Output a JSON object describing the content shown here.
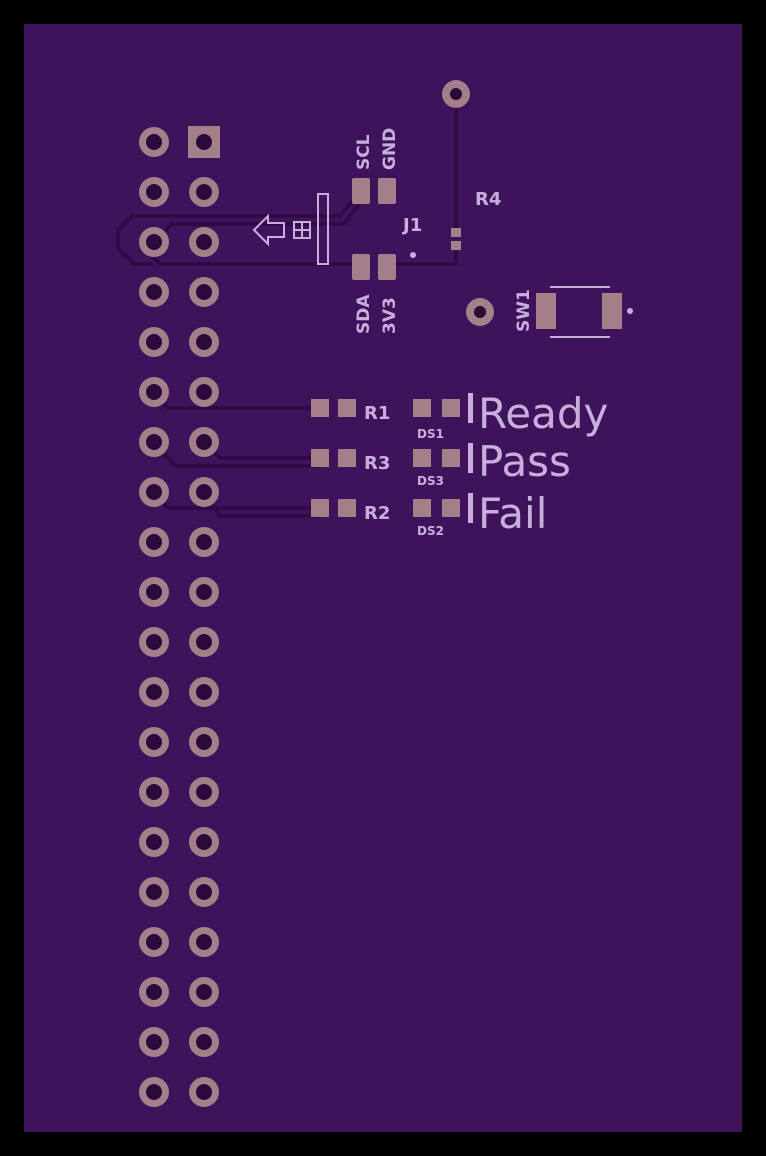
{
  "colors": {
    "background": "#000000",
    "board": "#3f135c",
    "trace": "#2e0b45",
    "pad": "#a27f89",
    "pad_hole": "#2a0a3b",
    "silkscreen": "#c8aedc"
  },
  "connector": {
    "designator": "J1",
    "pins": [
      "SCL",
      "GND",
      "SDA",
      "3V3"
    ]
  },
  "resistors": [
    "R1",
    "R3",
    "R2",
    "R4"
  ],
  "leds": [
    {
      "designator": "DS1",
      "label": "Ready"
    },
    {
      "designator": "DS3",
      "label": "Pass"
    },
    {
      "designator": "DS2",
      "label": "Fail"
    }
  ],
  "switch": {
    "designator": "SW1"
  },
  "header": {
    "rows": 20,
    "columns": 2
  }
}
